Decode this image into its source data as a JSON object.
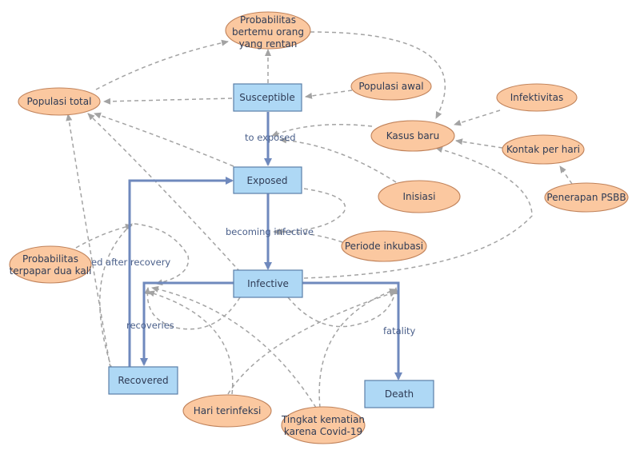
{
  "stocks": {
    "susceptible": "Susceptible",
    "exposed": "Exposed",
    "infective": "Infective",
    "recovered": "Recovered",
    "death": "Death"
  },
  "flows": {
    "to_exposed": "to exposed",
    "becoming_infective": "becoming infective",
    "recoveries": "recoveries",
    "fatality": "fatality",
    "exposed_after_recovery": "exposed after recovery"
  },
  "variables": {
    "prob_meet_line1": "Probabilitas",
    "prob_meet_line2": "bertemu orang",
    "prob_meet_line3": "yang rentan",
    "populasi_total": "Populasi total",
    "populasi_awal": "Populasi awal",
    "infektivitas": "Infektivitas",
    "kasus_baru": "Kasus baru",
    "kontak_per_hari": "Kontak per hari",
    "penerapan_psbb": "Penerapan PSBB",
    "inisiasi": "Inisiasi",
    "periode_inkubasi": "Periode inkubasi",
    "prob_terpapar_line1": "Probabilitas",
    "prob_terpapar_line2": "terpapar dua kali",
    "hari_terinfeksi": "Hari terinfeksi",
    "tingkat_kematian_line1": "Tingkat kematian",
    "tingkat_kematian_line2": "karena Covid-19"
  },
  "colors": {
    "stock_fill": "#aed8f5",
    "variable_fill": "#fbc8a0",
    "flow": "#6f89bd",
    "link": "#a3a3a3"
  }
}
